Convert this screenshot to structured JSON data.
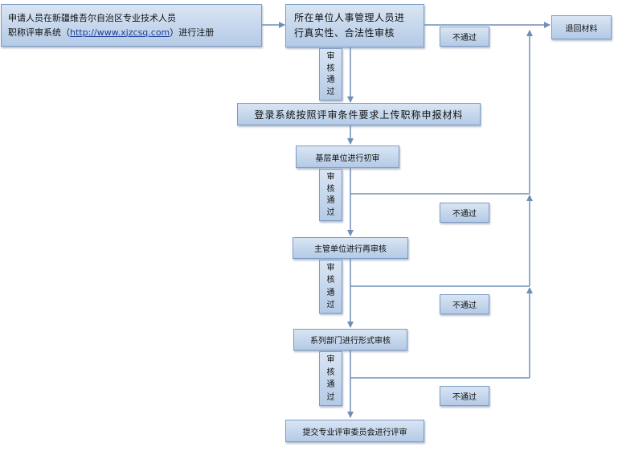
{
  "nodes": {
    "register": {
      "line1": "申请人员在新疆维吾尔自治区专业技术人员",
      "line2_prefix": "职称评审系统（",
      "link": "http://www.xjzcsq.com",
      "line2_suffix": "）进行注册"
    },
    "unit_review": {
      "line1": "所在单位人事管理人员进",
      "line2": "行真实性、合法性审核"
    },
    "return_materials": "退回材料",
    "upload": "登录系统按照评审条件要求上传职称申报材料",
    "primary_review": "基层单位进行初审",
    "second_review": "主管单位进行再审核",
    "formal_review": "系列部门进行形式审核",
    "final": "提交专业评审委员会进行评审"
  },
  "labels": {
    "pass_chars": [
      "审",
      "核",
      "通",
      "过"
    ],
    "fail": "不通过"
  },
  "colors": {
    "connector": "#6f8fb6",
    "box_top": "#d9e5f3",
    "box_bottom": "#b4cae6",
    "border": "#7d9bc3"
  }
}
